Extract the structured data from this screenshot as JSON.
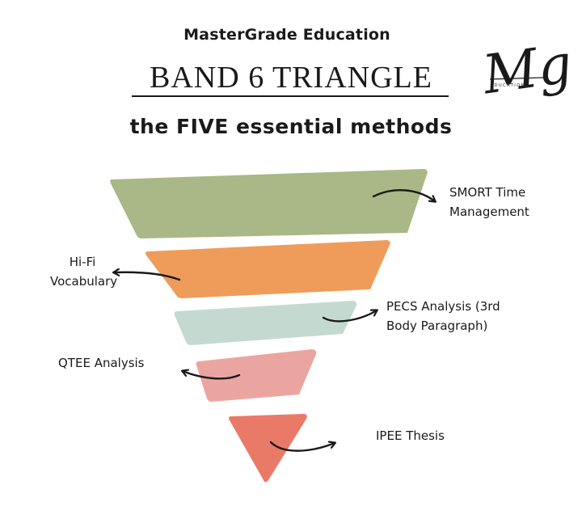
{
  "header": {
    "brand": "MasterGrade Education",
    "title": "BAND 6 TRIANGLE",
    "subtitle": "the FIVE essential methods"
  },
  "logo": {
    "monogram": "Mg",
    "tagline": "EDUCATION"
  },
  "tiers": [
    {
      "label_lines": [
        "SMORT Time",
        "Management"
      ],
      "color": "#a9b886"
    },
    {
      "label_lines": [
        "Hi-Fi",
        "Vocabulary"
      ],
      "color": "#ef9c5b"
    },
    {
      "label_lines": [
        "PECS Analysis (3rd",
        "Body Paragraph)"
      ],
      "color": "#c4dad0"
    },
    {
      "label_lines": [
        "QTEE Analysis"
      ],
      "color": "#eba5a1"
    },
    {
      "label_lines": [
        "IPEE Thesis"
      ],
      "color": "#ea7a68"
    }
  ],
  "colors": {
    "text": "#1a1a1a",
    "arrow": "#1a1a1a"
  }
}
